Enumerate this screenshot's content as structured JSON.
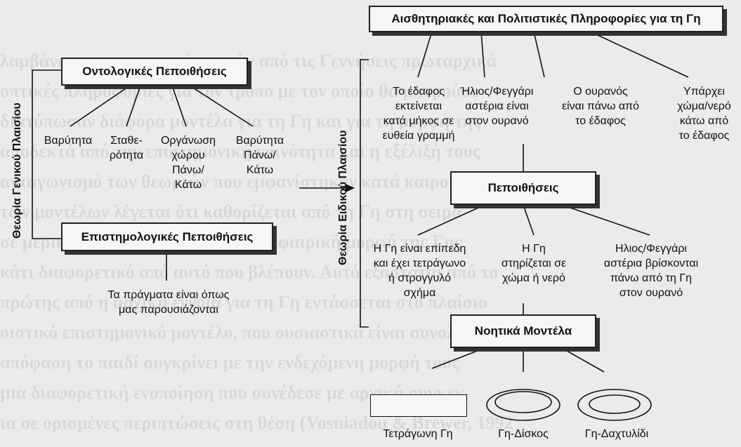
{
  "diagram": {
    "left_frame_label": "Θεωρία Γενικού Πλαισίου",
    "right_frame_label": "Θεωρία Ειδικού Πλαισίου",
    "ontological": {
      "title": "Οντολογικές Πεποιθήσεις",
      "items": [
        "Βαρύτητα",
        "Σταθε-\nρότητα",
        "Οργάνωση\nχώρου\nΠάνω/\nΚάτω",
        "Βαρύτητα\nΠάνω/\nΚάτω"
      ]
    },
    "epistemological": {
      "title": "Επιστημολογικές Πεποιθήσεις",
      "items": [
        "Τα πράγματα είναι όπως\nμας παρουσιάζονται"
      ]
    },
    "sensory": {
      "title": "Αισθητηριακές και Πολιτιστικές Πληροφορίες για τη Γη",
      "items": [
        "Το έδαφος\nεκτείνεται\nκατά μήκος σε\nευθεία γραμμή",
        "Ήλιος/Φεγγάρι\nαστέρια είναι\nστον ουρανό",
        "Ο ουρανός\nείναι πάνω από\nτο έδαφος",
        "Υπάρχει\nχώμα/νερό\nκάτω από\nτο έδαφος"
      ]
    },
    "beliefs": {
      "title": "Πεποιθήσεις",
      "items": [
        "Η Γη είναι επίπεδη\nκαι έχει τετράγωνο\nή στρογγυλό\nσχήμα",
        "Η Γη\nστηρίζεται σε\nχώμα ή νερό",
        "Ηλιος/Φεγγάρι\nαστέρια βρίσκονται\nπάνω από τη Γη\nστον ουρανό"
      ]
    },
    "mental_models": {
      "title": "Νοητικά Μοντέλα",
      "items": [
        "Τετράγωνη Γη",
        "Γη-Δίσκος",
        "Γη-Δαχτυλίδι"
      ]
    }
  }
}
